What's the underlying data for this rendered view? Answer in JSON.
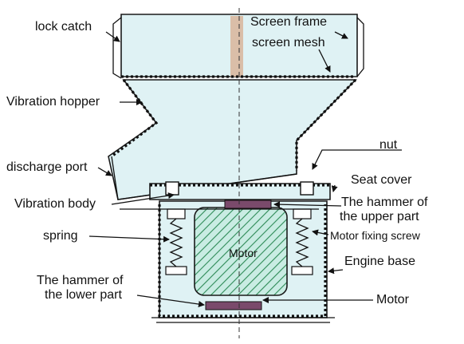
{
  "labels": {
    "lock_catch": "lock catch",
    "screen_frame": "Screen frame",
    "screen_mesh": "screen mesh",
    "vibration_hopper": "Vibration hopper",
    "discharge_port": "discharge port",
    "nut": "nut",
    "seat_cover": "Seat cover",
    "vibration_body": "Vibration body",
    "hammer_upper_1": "The hammer of",
    "hammer_upper_2": "the upper part",
    "spring": "spring",
    "motor_fixing_screw": "Motor fixing screw",
    "engine_base": "Engine base",
    "hammer_lower_1": "The hammer of",
    "hammer_lower_2": "the lower part",
    "motor_inner": "Motor",
    "motor": "Motor"
  },
  "colors": {
    "body_fill": "#dff2f4",
    "motor_fill": "#c9ece3",
    "motor_hatch": "#2e8b57",
    "hammer_fill": "#7a4a6b",
    "frame_strip": "#d9b59a"
  }
}
